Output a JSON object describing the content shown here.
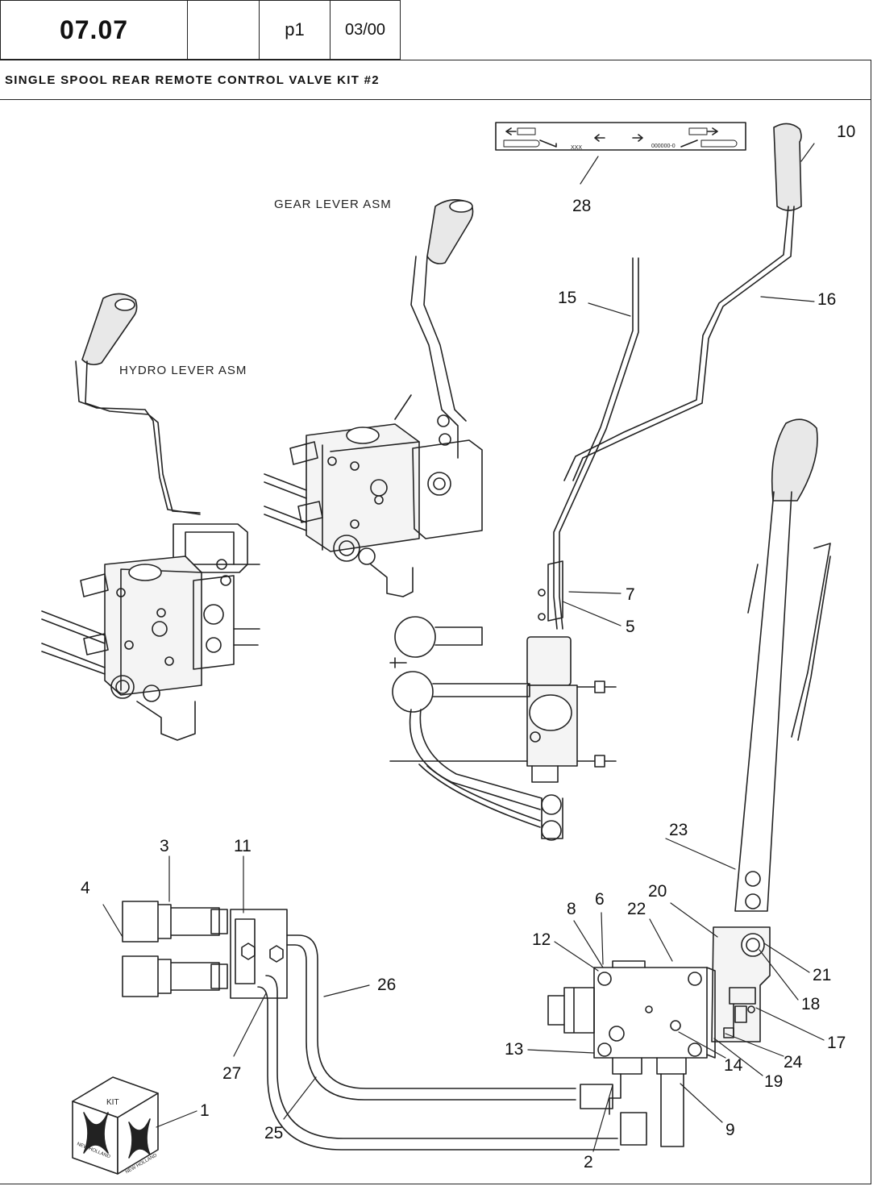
{
  "header": {
    "section": "07.07",
    "blank": "",
    "page": "p1",
    "date": "03/00"
  },
  "title": "SINGLE SPOOL REAR REMOTE CONTROL VALVE KIT #2",
  "assembly_labels": {
    "gear": "GEAR LEVER ASM",
    "hydro": "HYDRO LEVER ASM"
  },
  "decal": {
    "code_left": "XXX",
    "code_right": "000000-0"
  },
  "kit_box": {
    "label": "KIT",
    "brand": "NEW HOLLAND"
  },
  "callouts": {
    "n1": "1",
    "n2": "2",
    "n3": "3",
    "n4": "4",
    "n5": "5",
    "n6": "6",
    "n7": "7",
    "n8": "8",
    "n9": "9",
    "n10": "10",
    "n11": "11",
    "n12": "12",
    "n13": "13",
    "n14": "14",
    "n15": "15",
    "n16": "16",
    "n17": "17",
    "n18": "18",
    "n19": "19",
    "n20": "20",
    "n21": "21",
    "n22": "22",
    "n23": "23",
    "n24": "24",
    "n25": "25",
    "n26": "26",
    "n27": "27",
    "n28": "28"
  }
}
